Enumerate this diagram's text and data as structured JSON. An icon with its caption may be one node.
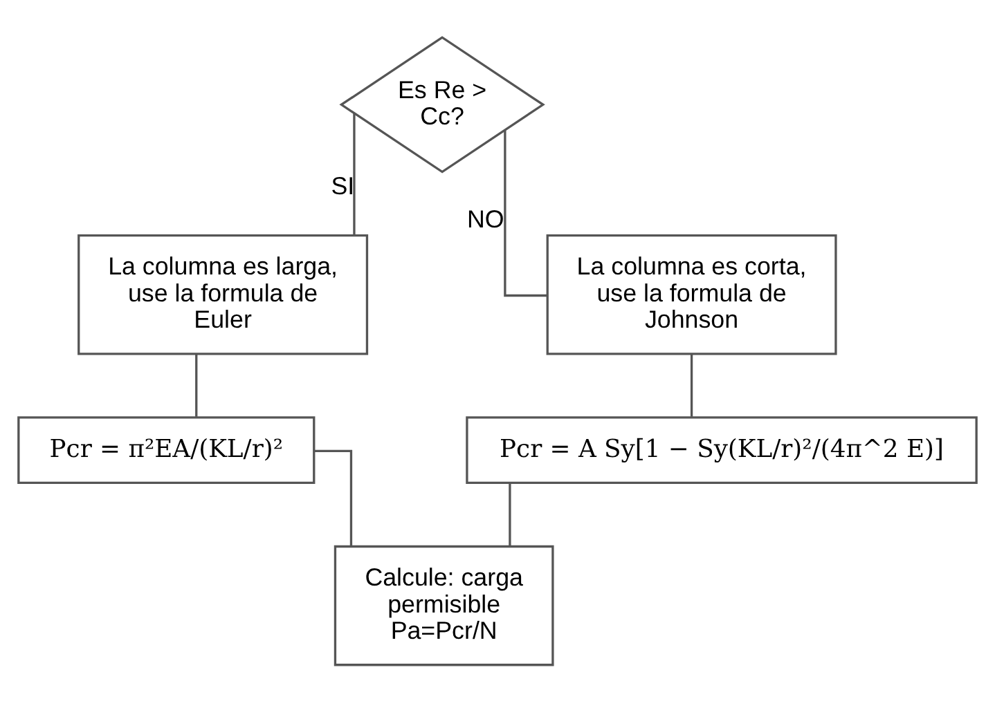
{
  "diagram": {
    "nodes": [
      {
        "text": [
          "Es Re > Cc?"
        ]
      },
      {
        "text": [
          "La columna es larga, use la formula de Euler"
        ]
      },
      {
        "text": [
          "La columna es corta, use la formula de Johnson"
        ]
      },
      {
        "text": [
          "Pcr = π²EA/(KL/r)²"
        ]
      },
      {
        "text": [
          "Pcr = A Sy[1 − Sy(KL/r)²/(4π^2 E)]"
        ]
      },
      {
        "text": [
          "Calcule: carga permisible Pa=Pcr/N"
        ]
      }
    ],
    "edges": [
      {
        "from": 0,
        "to": 1,
        "arrow": "none",
        "label": "SI"
      },
      {
        "from": 0,
        "to": 2,
        "arrow": "none",
        "label": "NO"
      },
      {
        "from": 1,
        "to": 3,
        "arrow": "none"
      },
      {
        "from": 2,
        "to": 4,
        "arrow": "none"
      },
      {
        "from": 3,
        "to": 5,
        "arrow": "none"
      },
      {
        "from": 4,
        "to": 5,
        "arrow": "none"
      }
    ]
  }
}
